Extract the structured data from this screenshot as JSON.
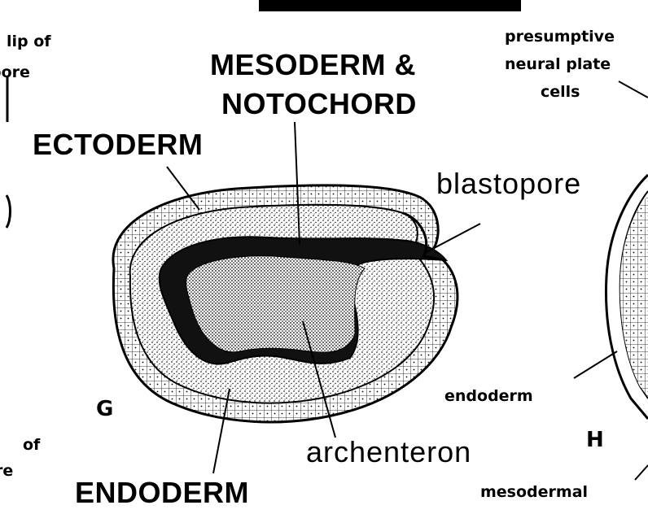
{
  "labels": {
    "mesoderm_line1": "MESODERM &",
    "mesoderm_line2": "NOTOCHORD",
    "ectoderm": "ECTODERM",
    "blastopore": "blastopore",
    "archenteron": "archenteron",
    "endoderm_caps": "ENDODERM",
    "endoderm_small": "endoderm",
    "mesodermal": "mesodermal",
    "panel_g": "G",
    "panel_h": "H",
    "presumptive_1": "presumptive",
    "presumptive_2": "neural plate",
    "presumptive_3": "cells",
    "lip_of": "lip of",
    "pore": "pore",
    "of": "of",
    "re": "re"
  }
}
